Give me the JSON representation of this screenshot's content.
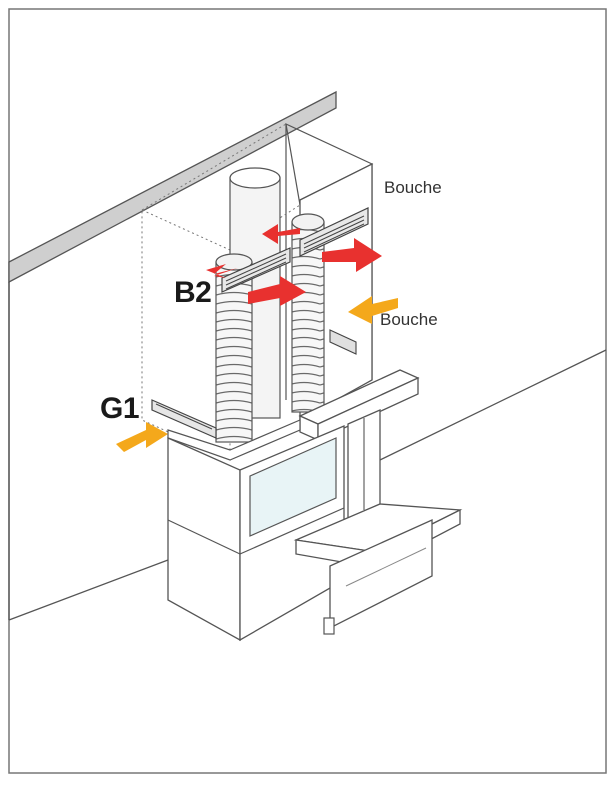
{
  "labels": {
    "g1": "G1",
    "b2": "B2",
    "bouche_top": "Bouche",
    "bouche_mid": "Bouche"
  },
  "colors": {
    "outline": "#555555",
    "hot_air": "#e8312f",
    "fresh_air": "#f4a81b",
    "glass": "#e8f4f6",
    "wall_band": "#cfcfcf"
  },
  "icons": {
    "hot_air": "red-outflow-arrow",
    "fresh_air": "yellow-inflow-arrow"
  }
}
